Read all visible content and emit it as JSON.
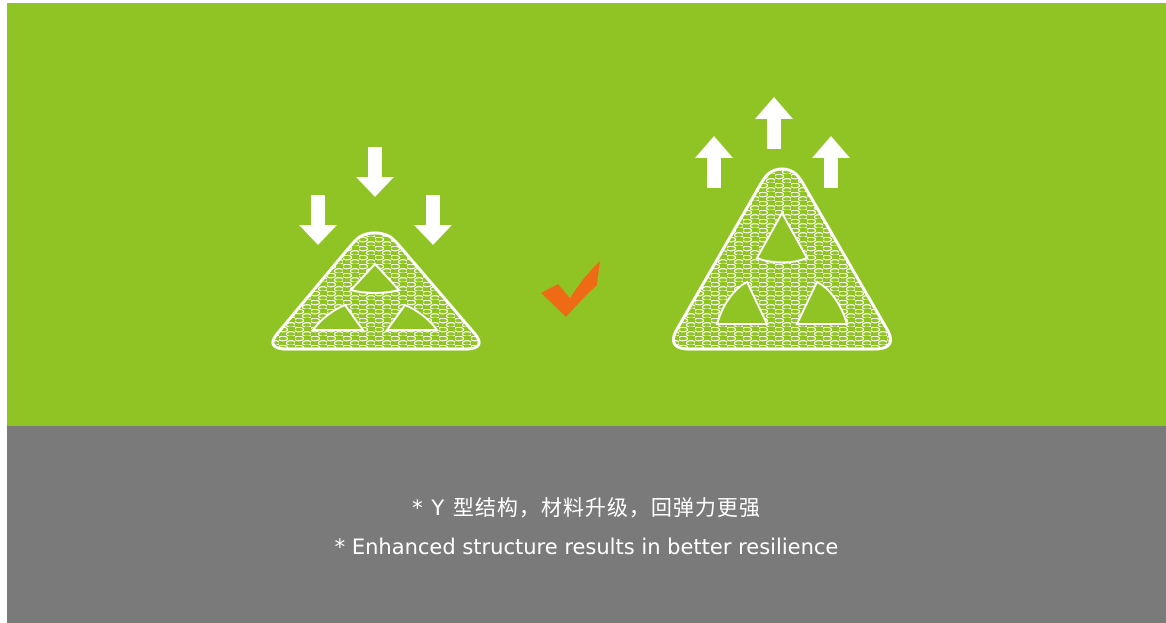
{
  "colors": {
    "green_background": "#90c424",
    "gray_background": "#7a7a7a",
    "graphic_white": "#ffffff",
    "checkmark_orange": "#ef6a14"
  },
  "illustration": {
    "left_graphic": "compressed-y-structure-with-down-arrows",
    "separator_icon": "checkmark-icon",
    "right_graphic": "rebounding-y-structure-with-up-arrows"
  },
  "captions": {
    "chinese": "* Y 型结构，材料升级，回弹力更强",
    "english": "* Enhanced structure results in better resilience"
  }
}
